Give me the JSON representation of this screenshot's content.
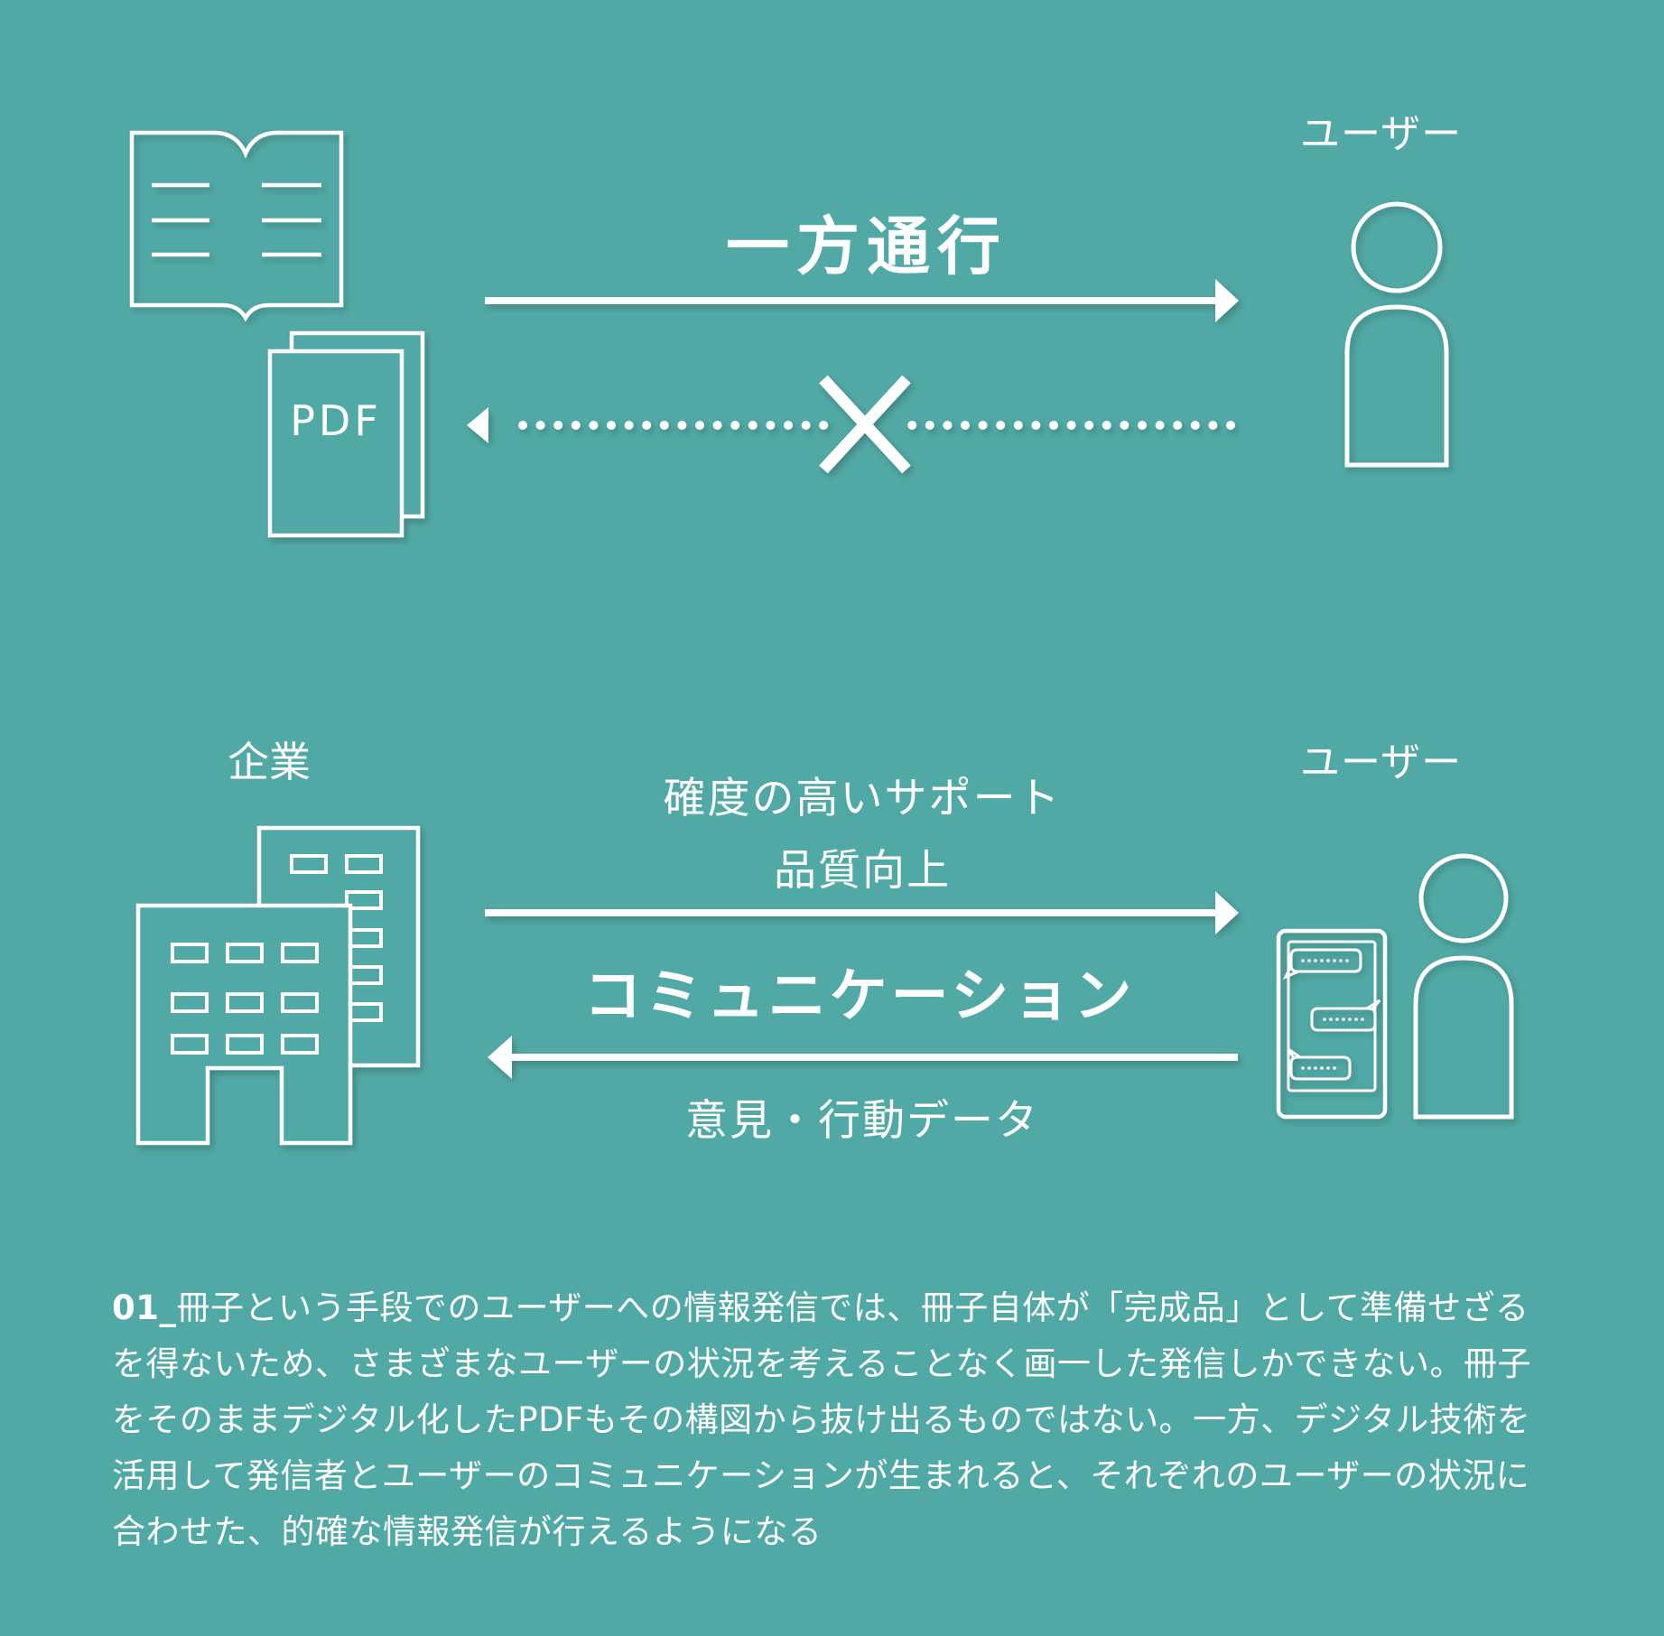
{
  "top_section": {
    "title": "一方通行",
    "user_label": "ユーザー",
    "pdf_label": "PDF"
  },
  "bottom_section": {
    "company_label": "企業",
    "user_label": "ユーザー",
    "forward_line1": "確度の高いサポート",
    "forward_line2": "品質向上",
    "title": "コミュニケーション",
    "backward_label": "意見・行動データ"
  },
  "caption": {
    "number": "01_",
    "text": "冊子という手段でのユーザーへの情報発信では、冊子自体が「完成品」として準備せざるを得ないため、さまざまなユーザーの状況を考えることなく画一した発信しかできない。冊子をそのままデジタル化したPDFもその構図から抜け出るものではない。一方、デジタル技術を活用して発信者とユーザーのコミュニケーションが生まれると、それぞれのユーザーの状況に合わせた、的確な情報発信が行えるようになる"
  },
  "colors": {
    "background": "#51a9a5",
    "foreground": "#ffffff"
  },
  "icons": [
    "book-icon",
    "pdf-document-icon",
    "user-icon",
    "building-icon",
    "smartphone-chat-icon",
    "cross-icon"
  ]
}
